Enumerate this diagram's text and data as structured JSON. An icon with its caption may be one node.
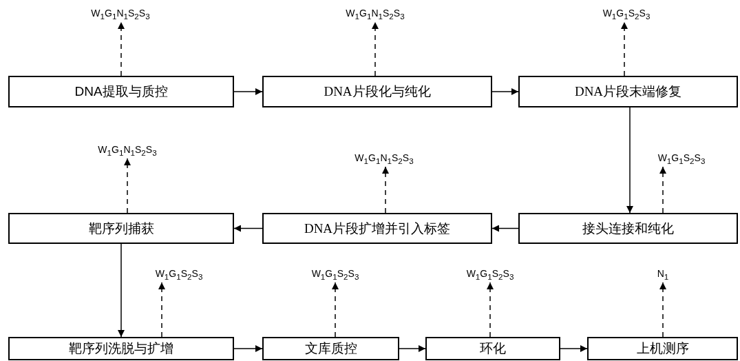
{
  "diagram": {
    "nodes": [
      {
        "text": [
          "W$_{1}$G$_{1}$N$_{1}$S$_{2}$S$_{3}$"
        ]
      },
      {
        "text": [
          "W$_{1}$G$_{1}$N$_{1}$S$_{2}$S$_{3}$"
        ]
      },
      {
        "text": [
          "W$_{1}$G$_{1}$S$_{2}$S$_{3}$"
        ]
      },
      {
        "text": [
          "DNA提取与质控"
        ]
      },
      {
        "text": [
          "DNA片段化与纯化"
        ]
      },
      {
        "text": [
          "DNA片段末端修复"
        ]
      },
      {
        "text": [
          "W$_{1}$G$_{1}$N$_{1}$S$_{2}$S$_{3}$"
        ]
      },
      {
        "text": [
          "W$_{1}$G$_{1}$N$_{1}$S$_{2}$S$_{3}$"
        ]
      },
      {
        "text": [
          "W$_{1}$G$_{1}$S$_{2}$S$_{3}$"
        ]
      },
      {
        "text": [
          "靶序列捕获"
        ]
      },
      {
        "text": [
          "DNA片段扩增并引入标签"
        ]
      },
      {
        "text": [
          "接头连接和纯化"
        ]
      },
      {
        "text": [
          "W$_{1}$G$_{1}$S$_{2}$S$_{3}$"
        ]
      },
      {
        "text": [
          "W$_{1}$G$_{1}$S$_{2}$S$_{3}$"
        ]
      },
      {
        "text": [
          "W$_{1}$G$_{1}$S$_{2}$S$_{3}$"
        ]
      },
      {
        "text": [
          "N$_{1}$"
        ]
      },
      {
        "text": [
          "靶序列洗脱与扩增"
        ]
      },
      {
        "text": [
          "文库质控"
        ]
      },
      {
        "text": [
          "环化"
        ]
      },
      {
        "text": [
          "上机测序"
        ]
      }
    ],
    "edges": [
      {
        "from": 3,
        "to": 4,
        "arrow": "to"
      },
      {
        "from": 4,
        "to": 5,
        "arrow": "to"
      },
      {
        "from": 5,
        "to": 11,
        "arrow": "to"
      },
      {
        "from": 11,
        "to": 10,
        "arrow": "to"
      },
      {
        "from": 10,
        "to": 9,
        "arrow": "to"
      },
      {
        "from": 9,
        "to": 16,
        "arrow": "to"
      },
      {
        "from": 16,
        "to": 17,
        "arrow": "to"
      },
      {
        "from": 17,
        "to": 18,
        "arrow": "to"
      },
      {
        "from": 18,
        "to": 19,
        "arrow": "to"
      },
      {
        "from": 3,
        "to": 0,
        "arrow": "to",
        "style": "dashed"
      },
      {
        "from": 4,
        "to": 1,
        "arrow": "to",
        "style": "dashed"
      },
      {
        "from": 5,
        "to": 2,
        "arrow": "to",
        "style": "dashed"
      },
      {
        "from": 9,
        "to": 6,
        "arrow": "to",
        "style": "dashed"
      },
      {
        "from": 10,
        "to": 7,
        "arrow": "to",
        "style": "dashed"
      },
      {
        "from": 11,
        "to": 8,
        "arrow": "to",
        "style": "dashed"
      },
      {
        "from": 16,
        "to": 12,
        "arrow": "to",
        "style": "dashed"
      },
      {
        "from": 17,
        "to": 13,
        "arrow": "to",
        "style": "dashed"
      },
      {
        "from": 18,
        "to": 14,
        "arrow": "to",
        "style": "dashed"
      },
      {
        "from": 19,
        "to": 15,
        "arrow": "to",
        "style": "dashed"
      }
    ]
  }
}
